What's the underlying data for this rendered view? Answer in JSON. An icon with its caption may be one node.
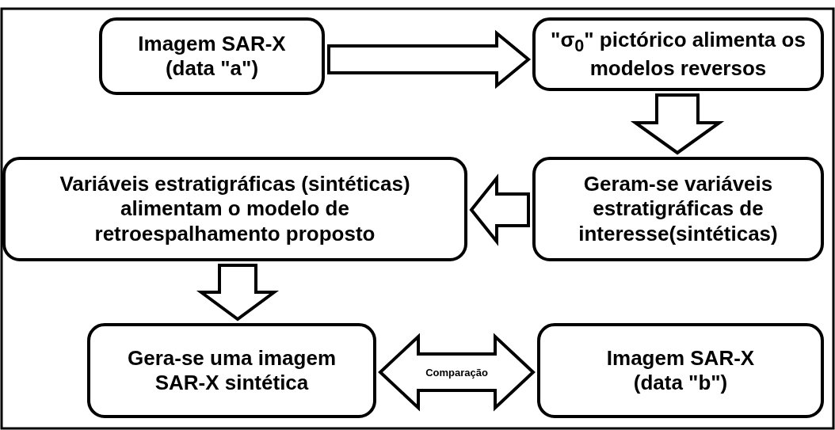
{
  "diagram": {
    "nodes": [
      {
        "text": [
          "Imagem SAR-X (data \"a\")"
        ]
      },
      {
        "text": [
          "\"σ$_{0}$\" pictórico alimenta os modelos reversos"
        ]
      },
      {
        "text": [
          "Geram-se variáveis estratigráficas de interesse(sintéticas)"
        ]
      },
      {
        "text": [
          "Variáveis estratigráficas (sintéticas) alimentam o modelo de retroespalhamento proposto"
        ]
      },
      {
        "text": [
          "Gera-se uma imagem SAR-X sintética"
        ]
      },
      {
        "text": [
          "Imagem SAR-X (data \"b\")"
        ]
      }
    ],
    "edges": [
      {
        "from": 0,
        "to": 1,
        "arrow": "to"
      },
      {
        "from": 1,
        "to": 2,
        "arrow": "to"
      },
      {
        "from": 2,
        "to": 3,
        "arrow": "to"
      },
      {
        "from": 3,
        "to": 4,
        "arrow": "to"
      },
      {
        "from": 4,
        "to": 5,
        "arrow": "both",
        "label": "Comparação"
      }
    ]
  }
}
